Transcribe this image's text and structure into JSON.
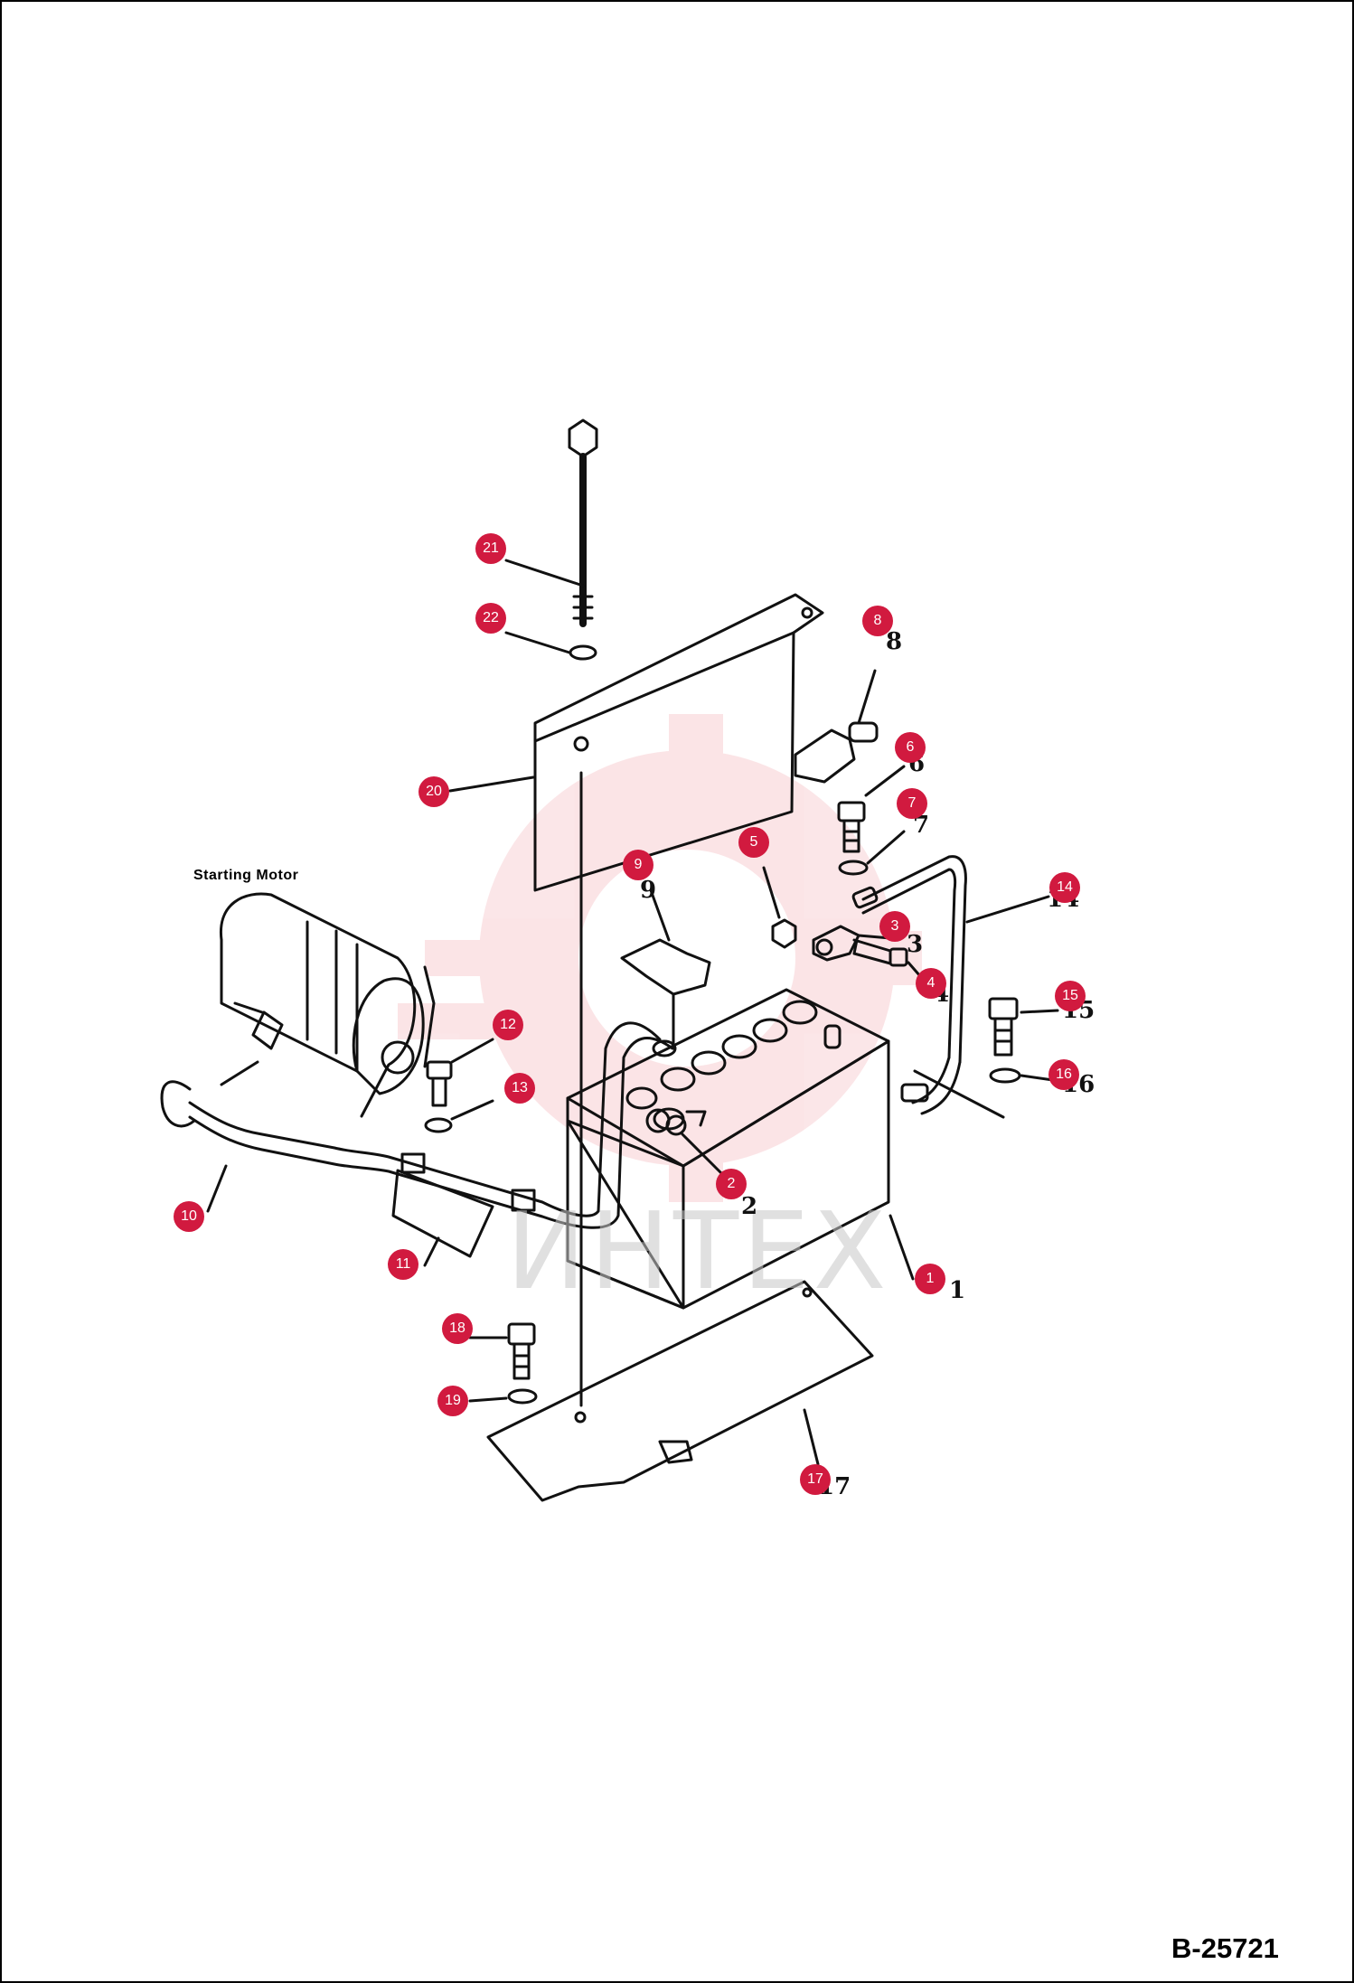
{
  "diagram": {
    "code": "B-25721",
    "motor_label": "Starting Motor",
    "watermark": "ИНТЕХ",
    "colors": {
      "marker": "#d11a3f",
      "line": "#111111",
      "watermark": "#e23a4a"
    }
  },
  "markers": [
    {
      "num": "1"
    },
    {
      "num": "2"
    },
    {
      "num": "3"
    },
    {
      "num": "4"
    },
    {
      "num": "5"
    },
    {
      "num": "6"
    },
    {
      "num": "7"
    },
    {
      "num": "8"
    },
    {
      "num": "9"
    },
    {
      "num": "10"
    },
    {
      "num": "11"
    },
    {
      "num": "12"
    },
    {
      "num": "13"
    },
    {
      "num": "14"
    },
    {
      "num": "15"
    },
    {
      "num": "16"
    },
    {
      "num": "17"
    },
    {
      "num": "18"
    },
    {
      "num": "19"
    },
    {
      "num": "20"
    },
    {
      "num": "21"
    },
    {
      "num": "22"
    }
  ],
  "part_numbers": [
    "1",
    "2",
    "3",
    "4",
    "6",
    "7",
    "8",
    "9",
    "14",
    "15",
    "16",
    "17"
  ]
}
